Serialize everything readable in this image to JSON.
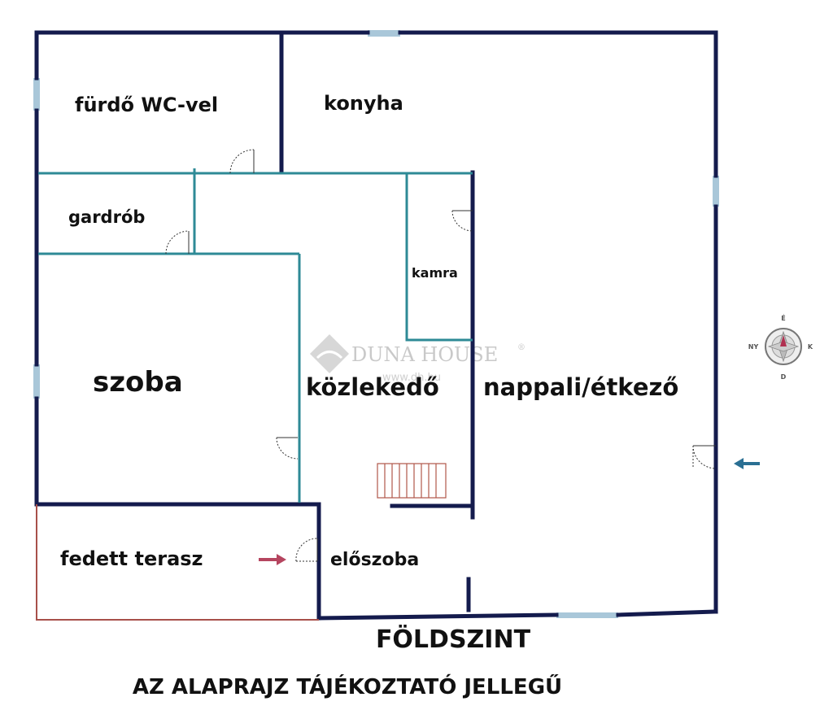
{
  "rooms": {
    "furdo": "fürdő WC-vel",
    "konyha": "konyha",
    "gardrob": "gardrób",
    "kamra": "kamra",
    "szoba": "szoba",
    "kozlekedo": "közlekedő",
    "nappali": "nappali/étkező",
    "terasz": "fedett terasz",
    "eloszoba": "előszoba"
  },
  "floor_label": "FÖLDSZINT",
  "disclaimer": "AZ ALAPRAJZ TÁJÉKOZTATÓ JELLEGŰ",
  "watermark": {
    "brand": "DUNA HOUSE",
    "registered": "®",
    "url": "www.dh.hu"
  },
  "compass": {
    "north": "É",
    "south": "D",
    "east": "K",
    "west": "NY"
  },
  "colors": {
    "outer_wall": "#141b4d",
    "inner_wall": "#2e8a96",
    "terrace_line": "#a8504a",
    "window": "#a9c7d9",
    "entry_arrow": "#2a6f93",
    "terrace_arrow": "#b5455f",
    "stair": "#b0584a"
  }
}
